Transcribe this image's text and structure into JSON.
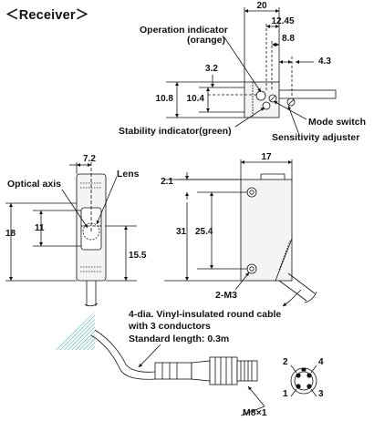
{
  "title": "＜Receiver＞",
  "top_view": {
    "dims": {
      "w20": "20",
      "w1245": "12.45",
      "w88": "8.8",
      "w43": "4.3",
      "d32": "3.2",
      "d108": "10.8",
      "d104": "10.4"
    },
    "labels": {
      "operation_indicator": "Operation indicator",
      "orange": "(orange)",
      "stability_indicator": "Stability indicator(green)",
      "mode_switch": "Mode switch",
      "sensitivity_adjuster": "Sensitivity adjuster"
    }
  },
  "front_view": {
    "dims": {
      "w72": "7.2",
      "d18": "18",
      "d11": "11",
      "d155": "15.5"
    },
    "labels": {
      "optical_axis": "Optical axis",
      "lens": "Lens"
    }
  },
  "side_view": {
    "dims": {
      "w17": "17",
      "d21": "2.1",
      "d31": "31",
      "d254": "25.4"
    },
    "labels": {
      "holes": "2-M3"
    }
  },
  "cable": {
    "line1": "4-dia. Vinyl-insulated round cable",
    "line2": "with 3 conductors",
    "line3": "Standard length: 0.3m",
    "thread": "M8×1",
    "pins": [
      "1",
      "2",
      "3",
      "4"
    ]
  },
  "colors": {
    "line": "#111111",
    "fill": "#f4f4f4",
    "hatch": "#2aa7a0"
  }
}
